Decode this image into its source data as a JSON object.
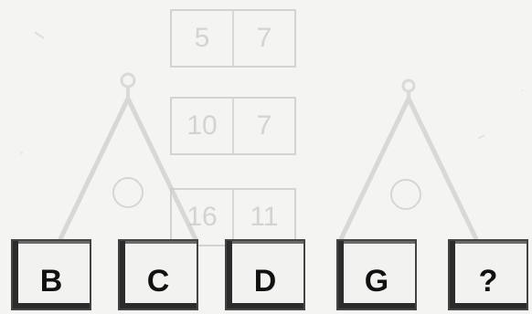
{
  "background": {
    "boxes": [
      {
        "left": "5",
        "right": "7"
      },
      {
        "left": "10",
        "right": "7"
      },
      {
        "left": "16",
        "right": "11"
      }
    ]
  },
  "options": [
    {
      "label": "B",
      "interactable": true
    },
    {
      "label": "C",
      "interactable": true
    },
    {
      "label": "D",
      "interactable": true
    },
    {
      "label": "G",
      "interactable": true
    },
    {
      "label": "?",
      "interactable": true
    }
  ],
  "colors": {
    "background": "#f4f4f2",
    "border": "#2c2c2c",
    "text": "#111111",
    "faint": "#cfcfcd"
  }
}
